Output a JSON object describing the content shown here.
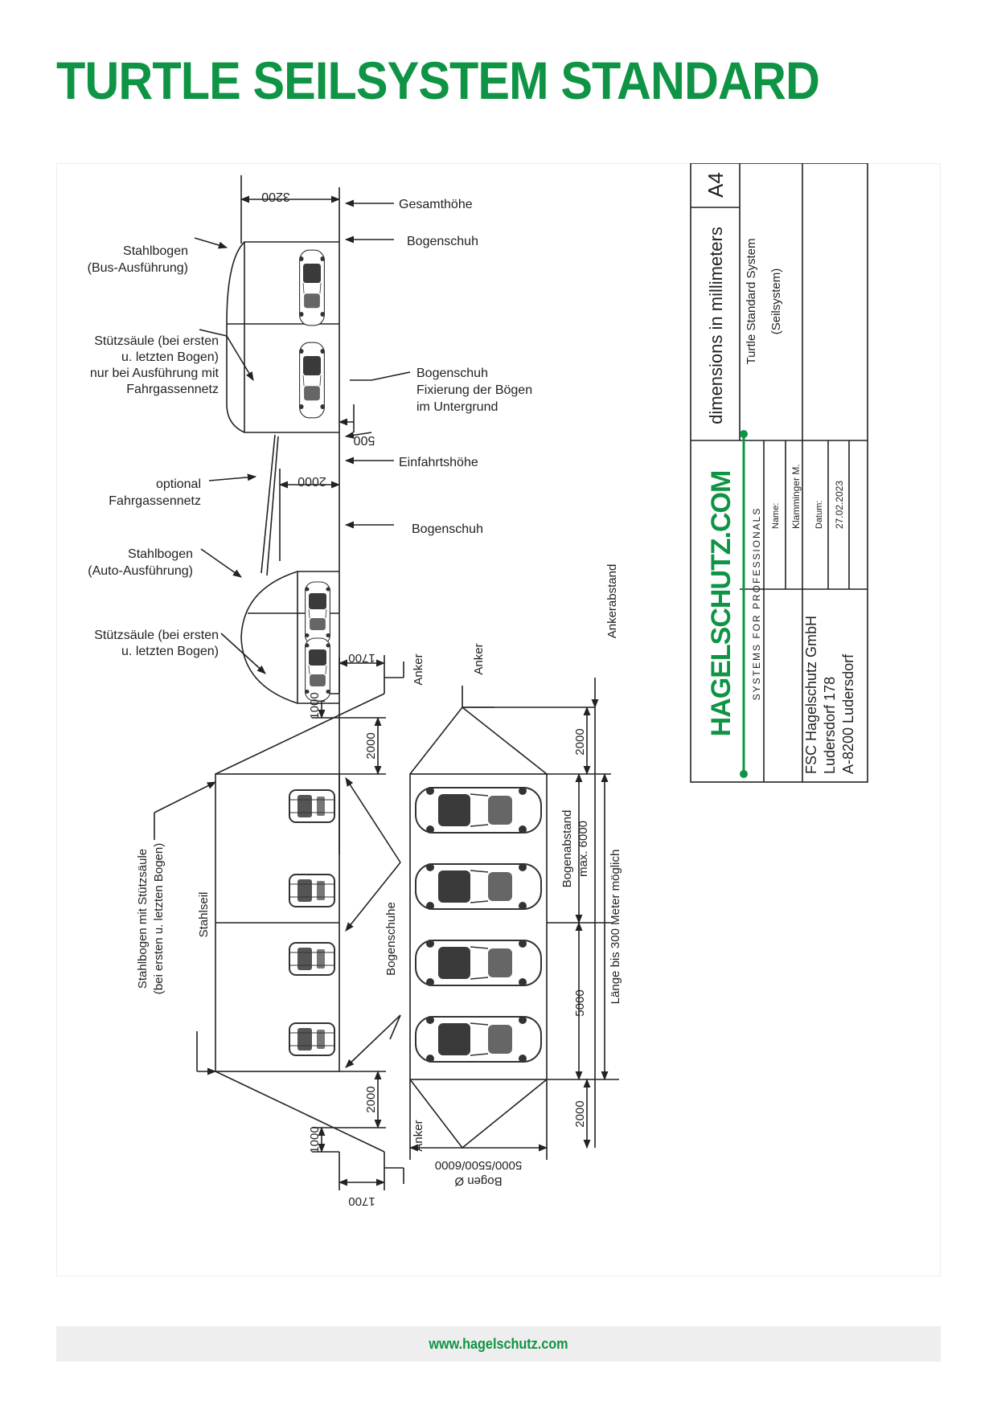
{
  "title": "TURTLE SEILSYSTEM STANDARD",
  "accent_color": "#0e9444",
  "footer": {
    "url": "www.hagelschutz.com"
  },
  "top_view": {
    "dim_total_height": "3200",
    "label_total_height": "Gesamthöhe",
    "label_arch_shoe_1": "Bogenschuh",
    "label_bus_arch": [
      "Stahlbogen",
      "(Bus-Ausführung)"
    ],
    "label_support_bus": [
      "Stützsäule (bei ersten",
      "u. letzten Bogen)",
      "nur bei Ausführung mit",
      "Fahrgassennetz"
    ],
    "label_arch_shoe_fix": [
      "Bogenschuh",
      "Fixierung der Bögen",
      "im Untergrund"
    ],
    "dim_500": "500",
    "dim_entry_height": "2000",
    "label_entry_height": "Einfahrtshöhe",
    "label_net": [
      "optional",
      "Fahrgassennetz"
    ],
    "label_arch_shoe_2": "Bogenschuh",
    "label_car_arch": [
      "Stahlbogen",
      "(Auto-Ausführung)"
    ],
    "label_support_car": [
      "Stützsäule (bei ersten",
      "u. letzten Bogen)"
    ]
  },
  "plan_left": {
    "dim_1700_top": "1700",
    "label_anchor_top": "Anker",
    "dim_1000_top": "1000",
    "dim_2000_top": "2000",
    "label_arch_with_support": [
      "Stahlbogen mit Stützsäule",
      "(bei ersten u. letzten Bogen)"
    ],
    "label_steel_rope": "Stahlseil",
    "label_arch_shoes": "Bogenschuhe",
    "dim_2000_bottom": "2000",
    "dim_1000_bottom": "1000",
    "label_anchor_bottom": "Anker",
    "dim_1700_bottom": "1700"
  },
  "plan_right": {
    "label_anchor": "Anker",
    "label_anchor_spacing": "Ankerabstand",
    "dim_2000_top": "2000",
    "label_arch_spacing": [
      "Bogenabstand",
      "max. 6000"
    ],
    "label_length": "Länge bis 300 Meter möglich",
    "dim_5000": "5000",
    "dim_2000_bottom": "2000",
    "label_arch_diameter": [
      "Bogen Ø",
      "5000/5500/6000"
    ]
  },
  "title_block": {
    "sheet_size": "A4",
    "units_note": "dimensions in millimeters",
    "drawing_title": [
      "Turtle Standard System",
      "(Seilsystem)"
    ],
    "logo_main": "HAGELSCHUTZ.COM",
    "logo_sub": "SYSTEMS FOR PROFESSIONALS",
    "name_label": "Name:",
    "name_value": "Klamminger M.",
    "date_label": "Datum:",
    "date_value": "27.02.2023",
    "company": [
      "FSC Hagelschutz GmbH",
      "Ludersdorf 178",
      "A-8200 Ludersdorf"
    ]
  }
}
